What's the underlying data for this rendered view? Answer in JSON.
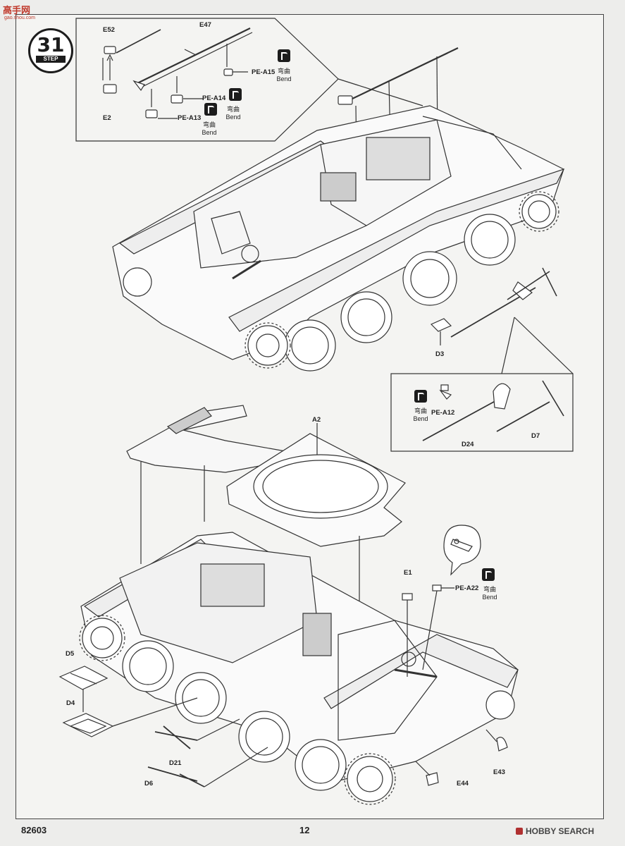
{
  "watermark": {
    "logo_text": "高手网",
    "url_text": "gao.shou.com"
  },
  "step": {
    "number": "31",
    "word": "STEP"
  },
  "inset_top": {
    "labels": {
      "e52": "E52",
      "e47": "E47",
      "e2": "E2",
      "pe_a15": "PE-A15",
      "pe_a14": "PE-A14",
      "pe_a13": "PE-A13"
    },
    "bend_cn": "弯曲",
    "bend_en": "Bend"
  },
  "upper_vehicle": {
    "d3": "D3"
  },
  "inset_tools": {
    "pe_a12": "PE-A12",
    "d24": "D24",
    "d7": "D7",
    "bend_cn": "弯曲",
    "bend_en": "Bend"
  },
  "lower_vehicle": {
    "a2": "A2",
    "e1": "E1",
    "pe_a22": "PE-A22",
    "bend_cn": "弯曲",
    "bend_en": "Bend",
    "d5": "D5",
    "d4": "D4",
    "d21": "D21",
    "d6": "D6",
    "e43": "E43",
    "e44": "E44"
  },
  "footer": {
    "code": "82603",
    "page": "12",
    "brand": "HOBBY SEARCH"
  }
}
